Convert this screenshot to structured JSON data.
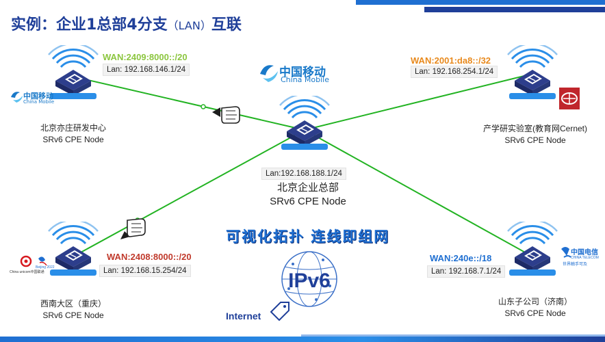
{
  "title": {
    "main": "实例：企业1总部4分支",
    "suffix": "（LAN）",
    "tail": "互联"
  },
  "colors": {
    "link": "#22b322",
    "accent": "#1f3f99",
    "wan_green": "#8cc63f",
    "wan_orange": "#e8891c",
    "wan_red": "#c0392b",
    "wan_blue": "#1f6fd1"
  },
  "hq": {
    "lan": "Lan:192.168.188.1/24",
    "name": "北京企业总部",
    "role": "SRv6 CPE Node",
    "carrier_cn": "中国移动",
    "carrier_en": "China Mobile"
  },
  "branches": {
    "yizhuang": {
      "wan": "WAN:2409:8000::/20",
      "lan": "Lan: 192.168.146.1/24",
      "name": "北京亦庄研发中心",
      "role": "SRv6 CPE Node",
      "carrier_cn": "中国移动",
      "carrier_en": "China Mobile"
    },
    "lab": {
      "wan": "WAN:2001:da8::/32",
      "lan": "Lan: 192.168.254.1/24",
      "name": "产学研实验室(教育网Cernet)",
      "role": "SRv6 CPE Node"
    },
    "southwest": {
      "wan": "WAN:2408:8000::/20",
      "lan": "Lan: 192.168.15.254/24",
      "name": "西南大区（重庆）",
      "role": "SRv6 CPE Node",
      "carrier_cn": "China unicom中国联通",
      "carrier_sub": "Beijing 2022"
    },
    "shandong": {
      "wan": "WAN:240e::/18",
      "lan": "Lan: 192.168.7.1/24",
      "name": "山东子公司（济南）",
      "role": "SRv6 CPE Node",
      "carrier_cn": "中国电信",
      "carrier_en": "CHINA TELECOM",
      "carrier_sub": "世界触手可及"
    }
  },
  "slogan": "可视化拓扑 连线即组网",
  "ipv6_label": "IPv6",
  "internet_label": "Internet"
}
